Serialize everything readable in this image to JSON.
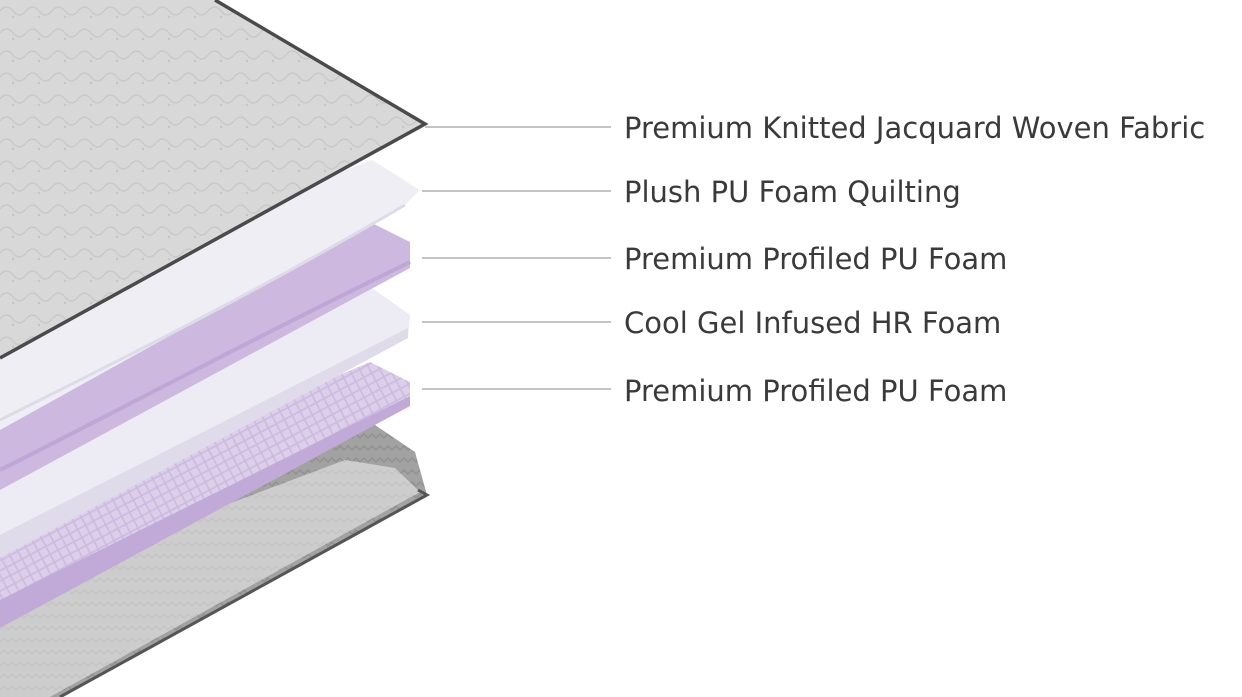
{
  "layers": [
    {
      "label": "Premium Knitted Jacquard Woven Fabric",
      "icon": "jacquard-fabric-layer",
      "color": "#d6d6d6"
    },
    {
      "label": "Plush PU Foam Quilting",
      "icon": "quilting-foam-layer",
      "color": "#ecebf3"
    },
    {
      "label": "Premium Profiled PU Foam",
      "icon": "profiled-foam-layer",
      "color": "#cbb8dc"
    },
    {
      "label": "Cool Gel Infused HR Foam",
      "icon": "gel-foam-layer",
      "color": "#ebe9f2"
    },
    {
      "label": "Premium Profiled PU Foam",
      "icon": "profiled-foam-layer",
      "color": "#c4aedb"
    }
  ],
  "base_layer": {
    "icon": "mattress-base-layer",
    "color": "#9f9f9f"
  },
  "colors": {
    "text": "#3a3a3a",
    "leader_line": "#8a8a8a",
    "cover_edge": "#4a4a4a"
  }
}
